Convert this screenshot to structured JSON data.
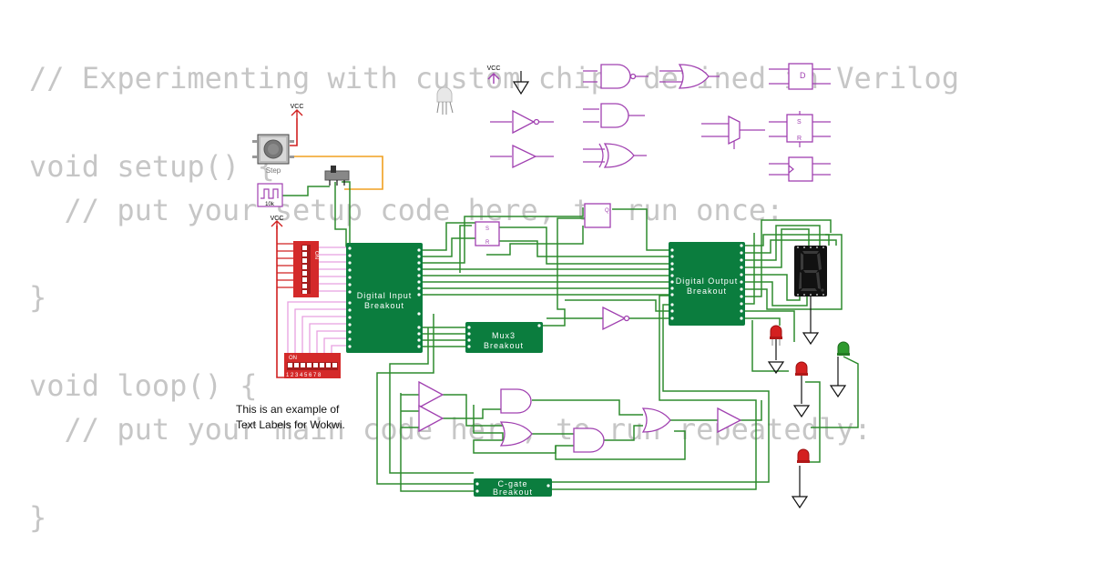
{
  "code": {
    "lines": [
      "// Experimenting with custom chips defined in Verilog",
      "",
      "void setup() {",
      "  // put your setup code here, to run once:",
      "",
      "}",
      "",
      "void loop() {",
      "  // put your main code here, to run repeatedly:",
      "",
      "}"
    ]
  },
  "labels": {
    "vcc": "VCC",
    "step": "Step",
    "resistor": "10k",
    "dip_on": "ON",
    "dip_numbers": "1 2 3 4 5 6 7 8"
  },
  "breakouts": {
    "digital_input": [
      "Digital Input",
      "Breakout"
    ],
    "digital_output": [
      "Digital Output",
      "Breakout"
    ],
    "mux3": [
      "Mux3",
      "Breakout"
    ],
    "cgate": [
      "C-gate",
      "Breakout"
    ]
  },
  "flipflop_pins": {
    "d": "D",
    "q": "Q",
    "s": "S",
    "r": "R"
  },
  "note": {
    "line1": "This is an example of",
    "line2": "Text Labels for Wokwi."
  },
  "colors": {
    "wire_green": "#2e8b2e",
    "wire_pink": "#e8a0e0",
    "wire_orange": "#f0a020",
    "wire_red": "#d02020",
    "breakout_green": "#0b7d3e",
    "gate_purple": "#a040b0",
    "led_red": "#d42020",
    "led_green": "#2e9a2e",
    "dip_red": "#d42a2a"
  }
}
